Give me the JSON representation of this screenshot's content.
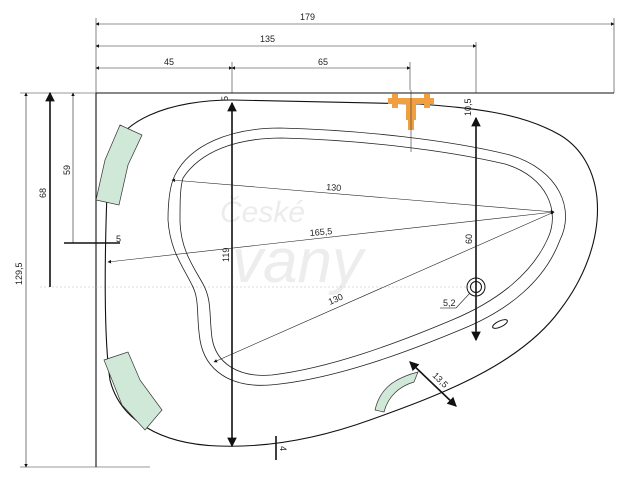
{
  "watermark": {
    "line1": "České",
    "line2": "vany"
  },
  "colors": {
    "headrest": "#cfe8d8",
    "faucet": "#f0a040",
    "line": "#111111"
  },
  "dimensions": {
    "total_width": "179",
    "width_to_drain": "135",
    "left_segment": "45",
    "right_segment": "65",
    "total_height": "129,5",
    "height_68": "68",
    "height_59": "59",
    "inner_119": "119",
    "inner_60": "60",
    "top_offset_5": "5",
    "side_offset_5": "5",
    "top_offset_10_5": "10,5",
    "bottom_offset_4": "4",
    "diag_upper_130": "130",
    "diag_lower_130": "130",
    "diag_165_5": "165,5",
    "drain_5_2": "5,2",
    "rim_13_5": "13,5"
  }
}
